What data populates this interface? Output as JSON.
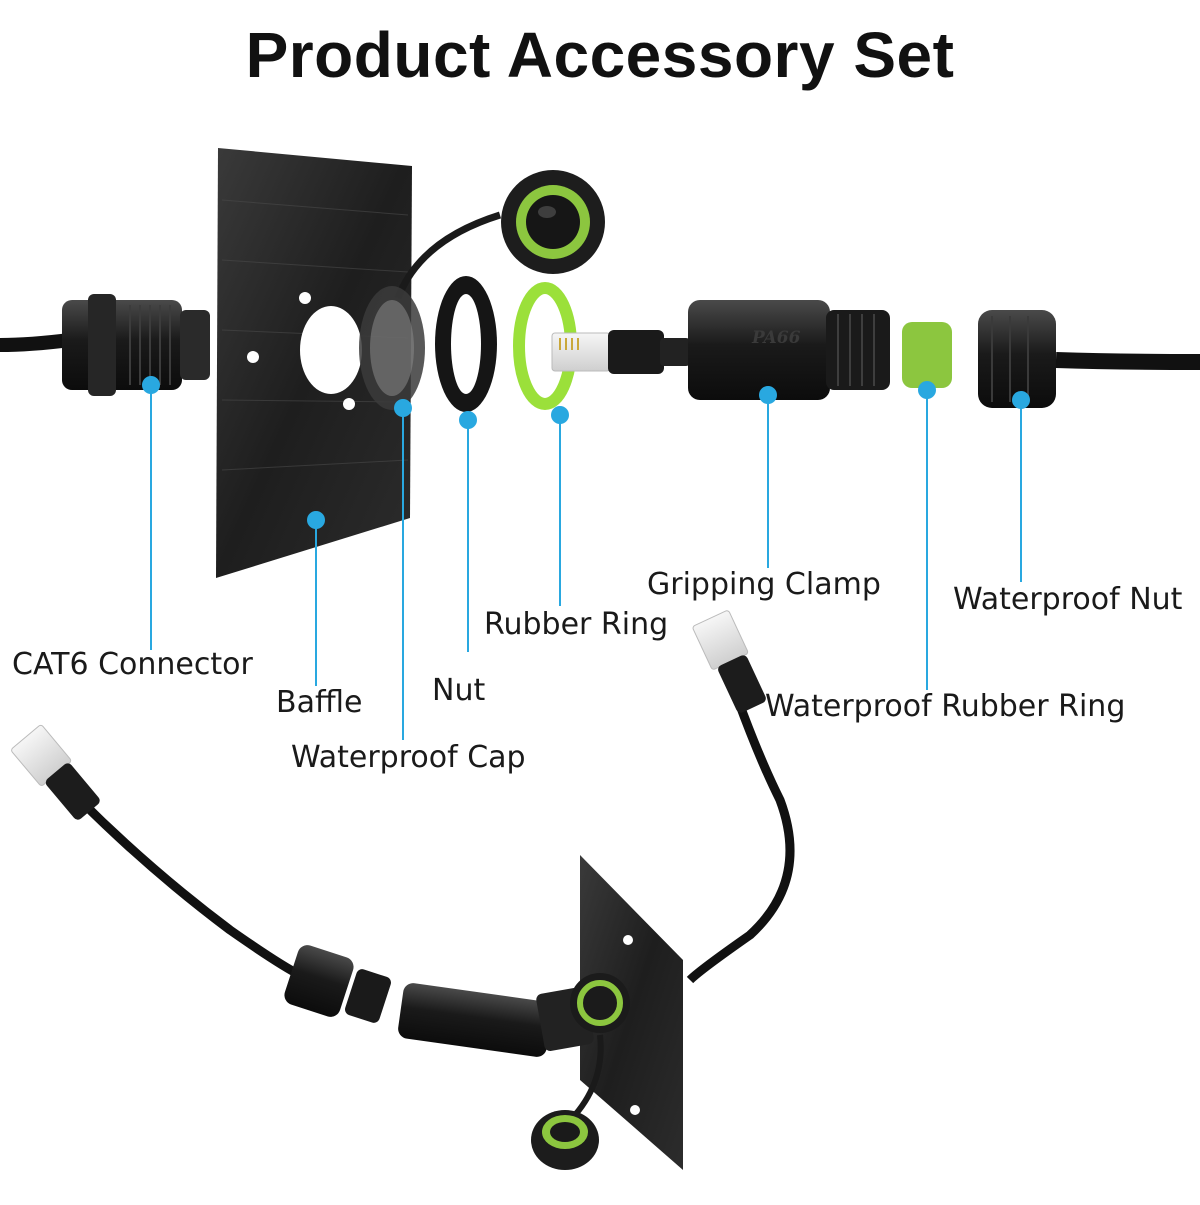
{
  "title": "Product Accessory Set",
  "labels": {
    "cat6_connector": "CAT6 Connector",
    "baffle": "Baffle",
    "nut": "Nut",
    "waterproof_cap": "Waterproof Cap",
    "rubber_ring": "Rubber Ring",
    "gripping_clamp": "Gripping Clamp",
    "waterproof_nut": "Waterproof Nut",
    "waterproof_rubber_ring": "Waterproof Rubber Ring"
  },
  "clamp_marking": "PA66",
  "colors": {
    "leader": "#29a8e0",
    "part_black": "#1c1c1c",
    "accent_green": "#8cc63f",
    "text": "#111111"
  }
}
